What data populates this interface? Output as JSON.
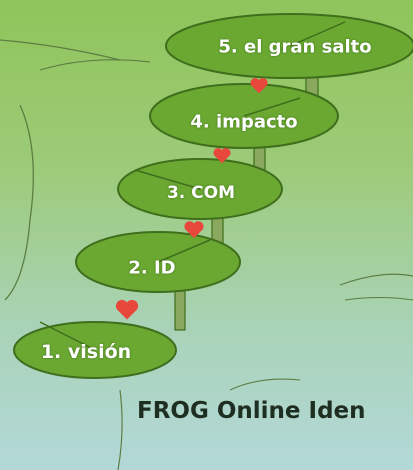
{
  "colors": {
    "pad_fill": "#6aa832",
    "pad_edge": "#3f6e1c",
    "heart": "#e8483c",
    "caption_text": "#1e2f22"
  },
  "steps": [
    {
      "label": "1. visión"
    },
    {
      "label": "2. ID"
    },
    {
      "label": "3. COM"
    },
    {
      "label": "4. impacto"
    },
    {
      "label": "5. el gran salto"
    }
  ],
  "hearts": [
    "heart-icon",
    "heart-icon",
    "heart-icon",
    "heart-icon"
  ],
  "caption": "FROG Online Iden"
}
